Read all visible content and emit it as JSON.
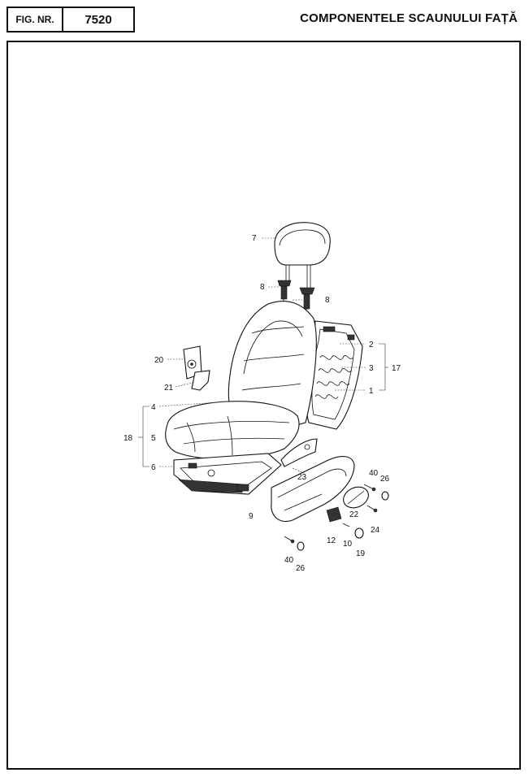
{
  "header": {
    "fig_label": "FIG. NR.",
    "fig_number": "7520",
    "title": "COMPONENTELE SCAUNULUI FAȚĂ"
  },
  "callouts": {
    "c7": "7",
    "c8a": "8",
    "c8b": "8",
    "c2": "2",
    "c3": "3",
    "c1": "1",
    "c17": "17",
    "c20": "20",
    "c21": "21",
    "c4": "4",
    "c5": "5",
    "c6": "6",
    "c18": "18",
    "c23": "23",
    "c9": "9",
    "c40a": "40",
    "c26a": "26",
    "c22": "22",
    "c24": "24",
    "c12": "12",
    "c10": "10",
    "c19": "19",
    "c40b": "40",
    "c26b": "26"
  }
}
